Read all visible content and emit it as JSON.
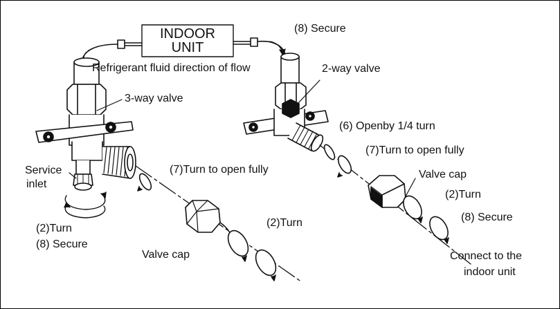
{
  "indoor_unit": {
    "line1": "INDOOR",
    "line2": "UNIT"
  },
  "labels": {
    "flow": "Refrigerant fluid direction of flow",
    "three_way": "3-way valve",
    "two_way": "2-way valve",
    "service_inlet_1": "Service",
    "service_inlet_2": "inlet",
    "left_turn": "(2)Turn",
    "left_secure": "(8) Secure",
    "left_open": "(7)Turn to open fully",
    "left_cap": "Valve cap",
    "left_turn2": "(2)Turn",
    "top_secure": "(8) Secure",
    "open_quarter": "(6) Openby 1/4 turn",
    "right_open": "(7)Turn to open fully",
    "right_cap": "Valve cap",
    "right_turn": "(2)Turn",
    "right_secure": "(8) Secure",
    "connect_1": "Connect to the",
    "connect_2": "indoor unit"
  }
}
